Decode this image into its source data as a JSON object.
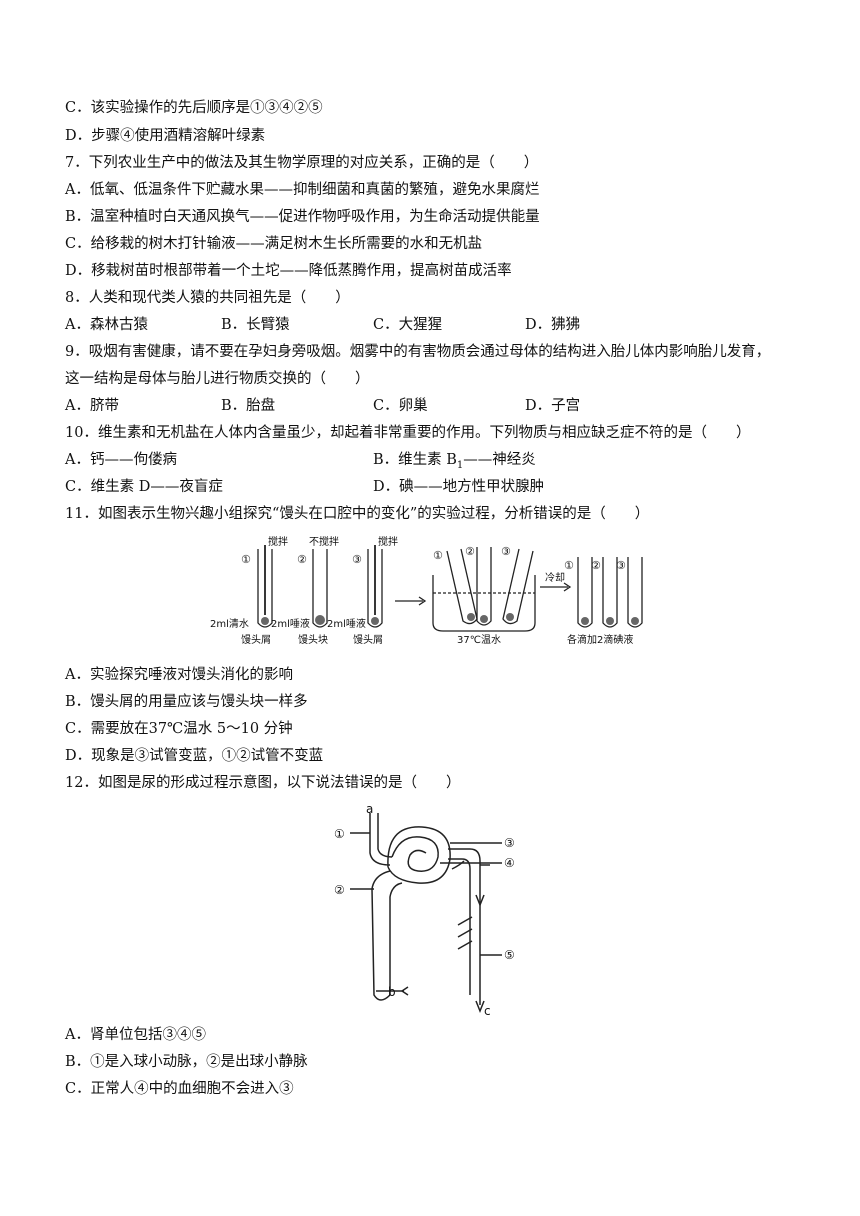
{
  "lines": {
    "q6c": "C．该实验操作的先后顺序是①③④②⑤",
    "q6d": "D．步骤④使用酒精溶解叶绿素",
    "q7": "7．下列农业生产中的做法及其生物学原理的对应关系，正确的是（　　）",
    "q7a": "A．低氧、低温条件下贮藏水果——抑制细菌和真菌的繁殖，避免水果腐烂",
    "q7b": "B．温室种植时白天通风换气——促进作物呼吸作用，为生命活动提供能量",
    "q7c": "C．给移栽的树木打针输液——满足树木生长所需要的水和无机盐",
    "q7d": "D．移栽树苗时根部带着一个土坨——降低蒸腾作用，提高树苗成活率",
    "q8": "8．人类和现代类人猿的共同祖先是（　　）",
    "q9": "9．吸烟有害健康，请不要在孕妇身旁吸烟。烟雾中的有害物质会通过母体的结构进入胎儿体内影响胎儿发育，",
    "q9b": "这一结构是母体与胎儿进行物质交换的（　　）",
    "q10": "10．维生素和无机盐在人体内含量虽少，却起着非常重要的作用。下列物质与相应缺乏症不符的是（　　）",
    "q11": "11．如图表示生物兴趣小组探究“馒头在口腔中的变化”的实验过程，分析错误的是（　　）",
    "q11a": "A．实验探究唾液对馒头消化的影响",
    "q11b": "B．馒头屑的用量应该与馒头块一样多",
    "q11c": "C．需要放在37℃温水 5～10 分钟",
    "q11d": "D．现象是③试管变蓝，①②试管不变蓝",
    "q12": "12．如图是尿的形成过程示意图，以下说法错误的是（　　）",
    "q12a": "A．肾单位包括③④⑤",
    "q12b": "B．①是入球小动脉，②是出球小静脉",
    "q12c": "C．正常人④中的血细胞不会进入③"
  },
  "q8_options": [
    "A．森林古猿",
    "B．长臂猿",
    "C．大猩猩",
    "D．狒狒"
  ],
  "q9_options": [
    "A．脐带",
    "B．胎盘",
    "C．卵巢",
    "D．子宫"
  ],
  "q10_options": {
    "a": "A．钙——佝偻病",
    "b_prefix": "B．维生素 B",
    "b_sub": "1",
    "b_suffix": "——神经炎",
    "c": "C．维生素 D——夜盲症",
    "d": "D．碘——地方性甲状腺肿"
  },
  "fig11": {
    "stir": "搅拌",
    "no_stir": "不搅拌",
    "tube1_bottom": "2ml清水",
    "tube2_bottom": "2ml唾液",
    "tube3_bottom": "2ml唾液",
    "crumb": "馒头屑",
    "block": "馒头块",
    "bath": "37℃温水",
    "cool": "冷却",
    "iodine": "各滴加2滴碘液",
    "n1": "①",
    "n2": "②",
    "n3": "③"
  },
  "fig12": {
    "a": "a",
    "b": "b",
    "c": "c",
    "n1": "①",
    "n2": "②",
    "n3": "③",
    "n4": "④",
    "n5": "⑤"
  }
}
